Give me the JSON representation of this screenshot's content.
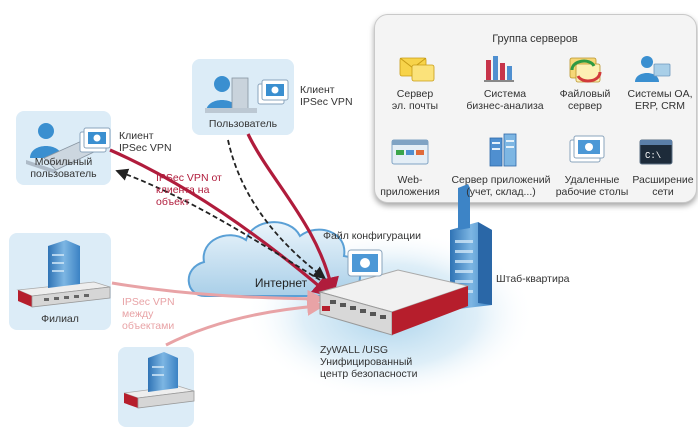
{
  "server_group": {
    "title": "Группа серверов",
    "items": [
      {
        "lines": [
          "Сервер",
          "эл. почты"
        ],
        "icon": "mail-icon"
      },
      {
        "lines": [
          "Система",
          "бизнес-анализа"
        ],
        "icon": "bar-chart-icon"
      },
      {
        "lines": [
          "Файловый",
          "сервер"
        ],
        "icon": "file-server-icon"
      },
      {
        "lines": [
          "Системы OA,",
          "ERP, CRM"
        ],
        "icon": "person-screen-icon"
      },
      {
        "lines": [
          "Web-",
          "приложения"
        ],
        "icon": "browser-window-icon"
      },
      {
        "lines": [
          "Сервер приложений",
          "(учет, склад...)"
        ],
        "icon": "app-server-icon"
      },
      {
        "lines": [
          "Удаленные",
          "рабочие столы"
        ],
        "icon": "remote-desktop-icon"
      },
      {
        "lines": [
          "Расширение",
          "сети"
        ],
        "icon": "command-prompt-icon"
      }
    ]
  },
  "mobile_user": {
    "lines": [
      "Мобильный",
      "пользователь"
    ],
    "client_lines": [
      "Клиент",
      "IPSec VPN"
    ]
  },
  "user": {
    "label": "Пользователь",
    "client_lines": [
      "Клиент",
      "IPSec VPN"
    ]
  },
  "branch": {
    "label": "Филиал"
  },
  "vpn_client_to_site": {
    "lines": [
      "IPSec VPN от",
      "клиента на",
      "объект"
    ]
  },
  "vpn_site_to_site": {
    "lines": [
      "IPSec VPN",
      "между",
      "объектами"
    ]
  },
  "internet": {
    "label": "Интернет"
  },
  "config_file": {
    "label": "Файл конфигурации"
  },
  "headquarters": {
    "label": "Штаб-квартира"
  },
  "device": {
    "lines": [
      "ZyWALL /USG",
      "Унифицированный",
      "центр безопасности"
    ]
  },
  "colors": {
    "vpn_red": "#b01c3c",
    "vpn_pink": "#e8a3a6",
    "panel": "#dcecf7",
    "accent_blue": "#3a8fd0"
  }
}
